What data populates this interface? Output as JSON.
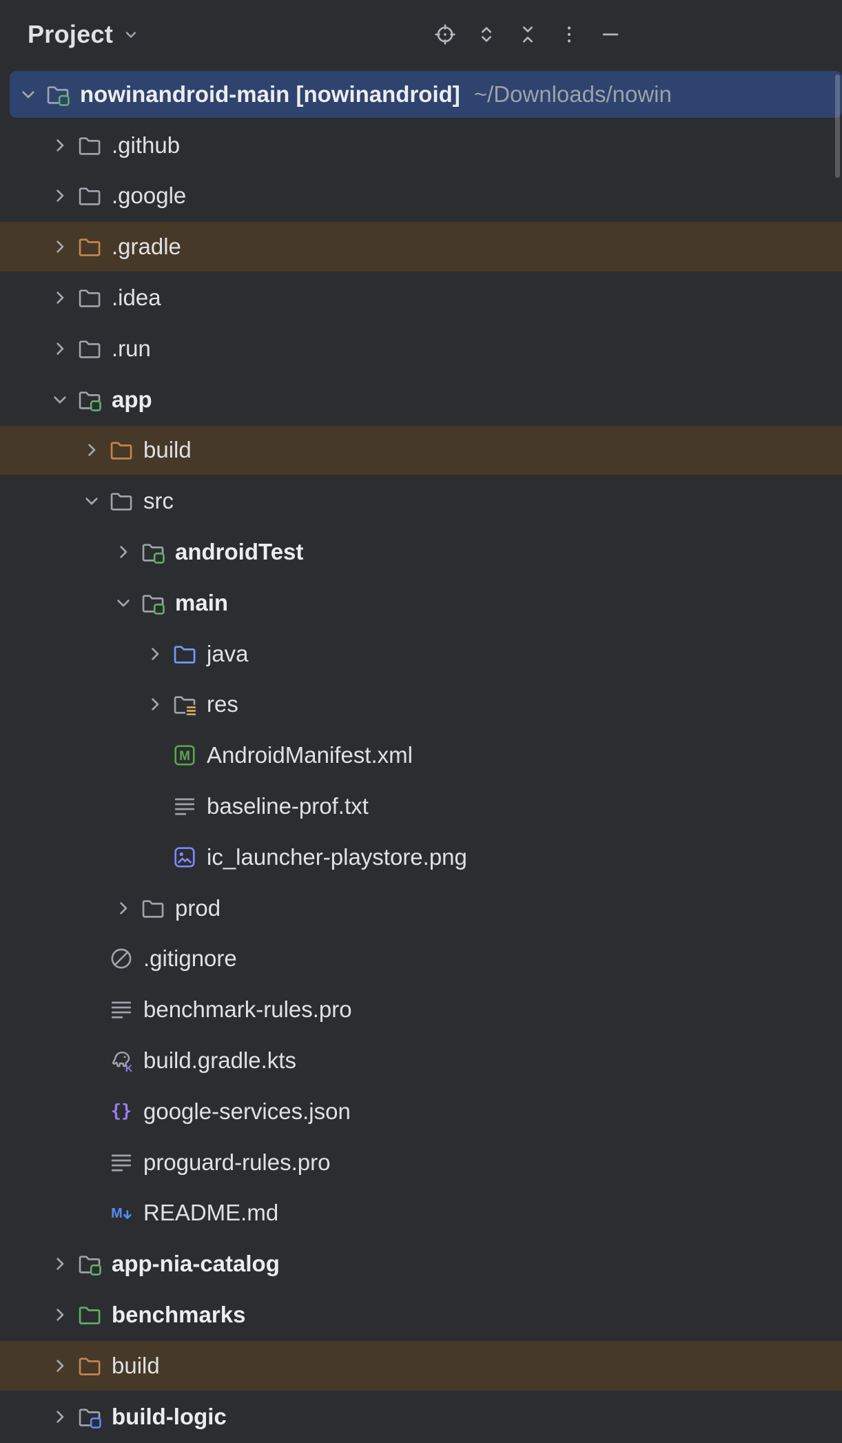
{
  "header": {
    "title": "Project",
    "actions": [
      {
        "name": "locate-opened-file",
        "icon": "target"
      },
      {
        "name": "expand-all",
        "icon": "expand-all"
      },
      {
        "name": "collapse-all",
        "icon": "collapse-all"
      },
      {
        "name": "more-options",
        "icon": "kebab"
      },
      {
        "name": "hide-panel",
        "icon": "minimize"
      }
    ]
  },
  "colors": {
    "background": "#2b2d30",
    "selection": "#2e436e",
    "excluded_row": "#463927",
    "text": "#dfe1e5",
    "muted_text": "#9da2aa",
    "folder": "#9da2aa",
    "folder_excluded": "#c8834d",
    "folder_source": "#6c9bfa",
    "folder_green": "#5fad65",
    "badge_green": "#5fad65",
    "badge_blue": "#548af7",
    "manifest_green": "#57a64a",
    "image_purple": "#7d87f8",
    "json_purple": "#9b7cf2",
    "markdown_blue": "#548af7",
    "res_yellow": "#d6ae58"
  },
  "tree": {
    "items": [
      {
        "label": "nowinandroid-main [nowinandroid]",
        "path_suffix": "~/Downloads/nowin",
        "level": 0,
        "chevron": "down",
        "icon": "folder-module",
        "bold": true,
        "row_bg": "selected"
      },
      {
        "label": ".github",
        "level": 1,
        "chevron": "right",
        "icon": "folder",
        "bold": false,
        "row_bg": "none"
      },
      {
        "label": ".google",
        "level": 1,
        "chevron": "right",
        "icon": "folder",
        "bold": false,
        "row_bg": "none"
      },
      {
        "label": ".gradle",
        "level": 1,
        "chevron": "right",
        "icon": "folder-excluded",
        "bold": false,
        "row_bg": "excluded"
      },
      {
        "label": ".idea",
        "level": 1,
        "chevron": "right",
        "icon": "folder",
        "bold": false,
        "row_bg": "none"
      },
      {
        "label": ".run",
        "level": 1,
        "chevron": "right",
        "icon": "folder",
        "bold": false,
        "row_bg": "none"
      },
      {
        "label": "app",
        "level": 1,
        "chevron": "down",
        "icon": "folder-module",
        "bold": true,
        "row_bg": "none"
      },
      {
        "label": "build",
        "level": 2,
        "chevron": "right",
        "icon": "folder-excluded",
        "bold": false,
        "row_bg": "excluded"
      },
      {
        "label": "src",
        "level": 2,
        "chevron": "down",
        "icon": "folder",
        "bold": false,
        "row_bg": "none"
      },
      {
        "label": "androidTest",
        "level": 3,
        "chevron": "right",
        "icon": "folder-module",
        "bold": true,
        "row_bg": "none"
      },
      {
        "label": "main",
        "level": 3,
        "chevron": "down",
        "icon": "folder-module",
        "bold": true,
        "row_bg": "none"
      },
      {
        "label": "java",
        "level": 4,
        "chevron": "right",
        "icon": "folder-source",
        "bold": false,
        "row_bg": "none"
      },
      {
        "label": "res",
        "level": 4,
        "chevron": "right",
        "icon": "folder-res",
        "bold": false,
        "row_bg": "none"
      },
      {
        "label": "AndroidManifest.xml",
        "level": 4,
        "chevron": "none",
        "icon": "manifest",
        "bold": false,
        "row_bg": "none"
      },
      {
        "label": "baseline-prof.txt",
        "level": 4,
        "chevron": "none",
        "icon": "text-file",
        "bold": false,
        "row_bg": "none"
      },
      {
        "label": "ic_launcher-playstore.png",
        "level": 4,
        "chevron": "none",
        "icon": "image-file",
        "bold": false,
        "row_bg": "none"
      },
      {
        "label": "prod",
        "level": 3,
        "chevron": "right",
        "icon": "folder",
        "bold": false,
        "row_bg": "none"
      },
      {
        "label": ".gitignore",
        "level": 2,
        "chevron": "none",
        "icon": "ignored-file",
        "bold": false,
        "row_bg": "none"
      },
      {
        "label": "benchmark-rules.pro",
        "level": 2,
        "chevron": "none",
        "icon": "text-file",
        "bold": false,
        "row_bg": "none"
      },
      {
        "label": "build.gradle.kts",
        "level": 2,
        "chevron": "none",
        "icon": "gradle-file",
        "bold": false,
        "row_bg": "none"
      },
      {
        "label": "google-services.json",
        "level": 2,
        "chevron": "none",
        "icon": "json-file",
        "bold": false,
        "row_bg": "none"
      },
      {
        "label": "proguard-rules.pro",
        "level": 2,
        "chevron": "none",
        "icon": "text-file",
        "bold": false,
        "row_bg": "none"
      },
      {
        "label": "README.md",
        "level": 2,
        "chevron": "none",
        "icon": "markdown-file",
        "bold": false,
        "row_bg": "none"
      },
      {
        "label": "app-nia-catalog",
        "level": 1,
        "chevron": "right",
        "icon": "folder-module",
        "bold": true,
        "row_bg": "none"
      },
      {
        "label": "benchmarks",
        "level": 1,
        "chevron": "right",
        "icon": "folder-green",
        "bold": true,
        "row_bg": "none"
      },
      {
        "label": "build",
        "level": 1,
        "chevron": "right",
        "icon": "folder-excluded",
        "bold": false,
        "row_bg": "excluded"
      },
      {
        "label": "build-logic",
        "level": 1,
        "chevron": "right",
        "icon": "folder-module-blue",
        "bold": true,
        "row_bg": "none"
      }
    ]
  }
}
